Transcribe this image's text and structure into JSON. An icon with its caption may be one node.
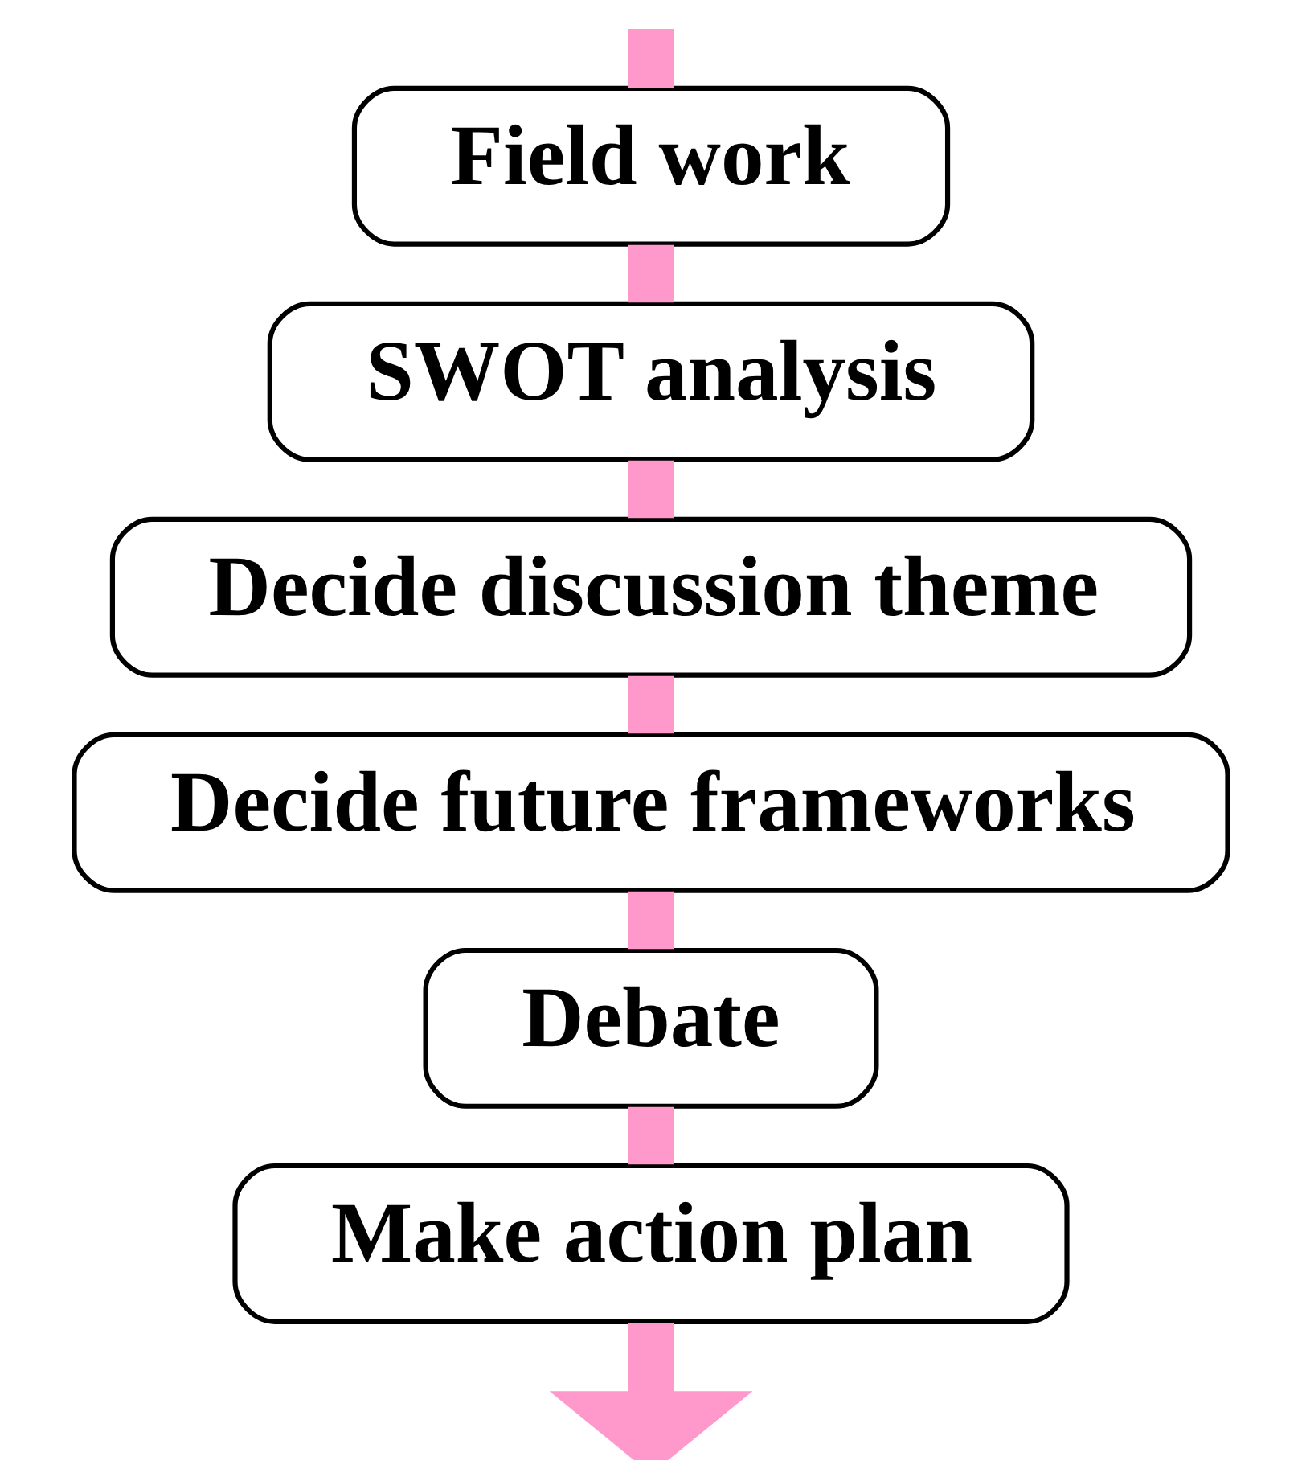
{
  "diagram": {
    "nodes": [
      {
        "text": [
          "Field work"
        ]
      },
      {
        "text": [
          "SWOT analysis"
        ]
      },
      {
        "text": [
          "Decide discussion theme"
        ]
      },
      {
        "text": [
          "Decide future frameworks"
        ]
      },
      {
        "text": [
          "Debate"
        ]
      },
      {
        "text": [
          "Make action plan"
        ]
      }
    ],
    "edges": [
      {
        "from": null,
        "to": 0,
        "arrow": "none"
      },
      {
        "from": 0,
        "to": 1,
        "arrow": "none"
      },
      {
        "from": 1,
        "to": 2,
        "arrow": "none"
      },
      {
        "from": 2,
        "to": 3,
        "arrow": "none"
      },
      {
        "from": 3,
        "to": 4,
        "arrow": "none"
      },
      {
        "from": 4,
        "to": 5,
        "arrow": "none"
      },
      {
        "from": 5,
        "to": null,
        "arrow": "to"
      }
    ]
  }
}
